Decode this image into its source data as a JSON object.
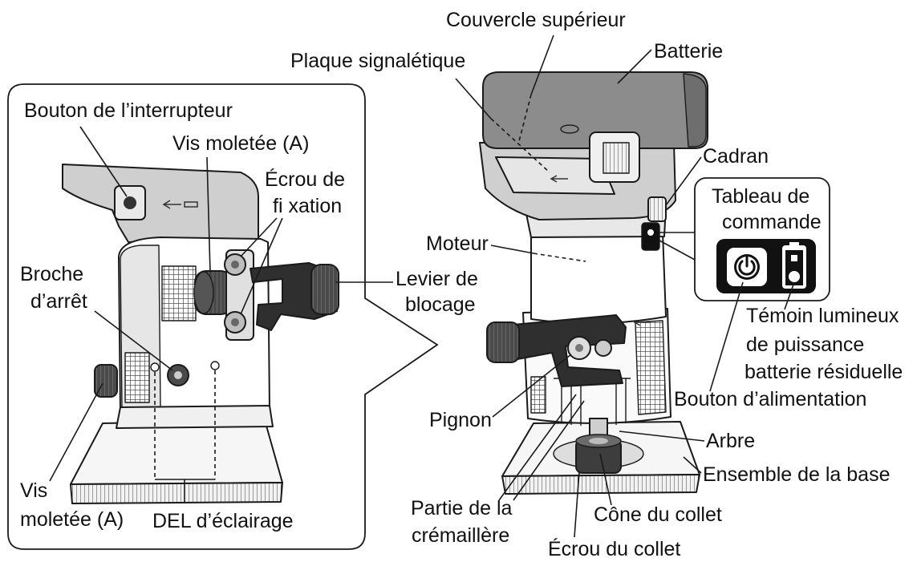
{
  "diagram": {
    "main_labels": {
      "couvercle_superieur": "Couvercle supérieur",
      "plaque_signaletique": "Plaque signalétique",
      "batterie": "Batterie",
      "cadran": "Cadran",
      "tableau_de_commande": [
        "Tableau de",
        "commande"
      ],
      "moteur": "Moteur",
      "levier_de_blocage": [
        "Levier de",
        "blocage"
      ],
      "temoin_lumineux": [
        "Témoin lumineux",
        "de puissance",
        "batterie résiduelle"
      ],
      "bouton_alimentation": "Bouton d’alimentation",
      "pignon": "Pignon",
      "arbre": "Arbre",
      "ensemble_base": "Ensemble de la base",
      "partie_cremaillere": [
        "Partie de la",
        "crémaillère"
      ],
      "cone_collet": "Cône du collet",
      "ecrou_collet": "Écrou du collet"
    },
    "inset_labels": {
      "bouton_interrupteur": "Bouton de l’interrupteur",
      "vis_moletee_top": "Vis moletée (A)",
      "ecrou_fixation": [
        "Écrou de",
        "fi xation"
      ],
      "broche_arret": [
        "Broche",
        "d’arrêt"
      ],
      "vis_moletee_bottom": [
        "Vis",
        "moletée (A)"
      ],
      "del_eclairage": "DEL d’éclairage"
    },
    "icons": [
      "power-icon",
      "battery-indicator-icon"
    ],
    "colors": {
      "outline": "#1a1a1a",
      "battery": "#8c8c8c",
      "housing": "#cfcfcf",
      "dark": "#2f2f2f",
      "panel": "#111111"
    }
  }
}
